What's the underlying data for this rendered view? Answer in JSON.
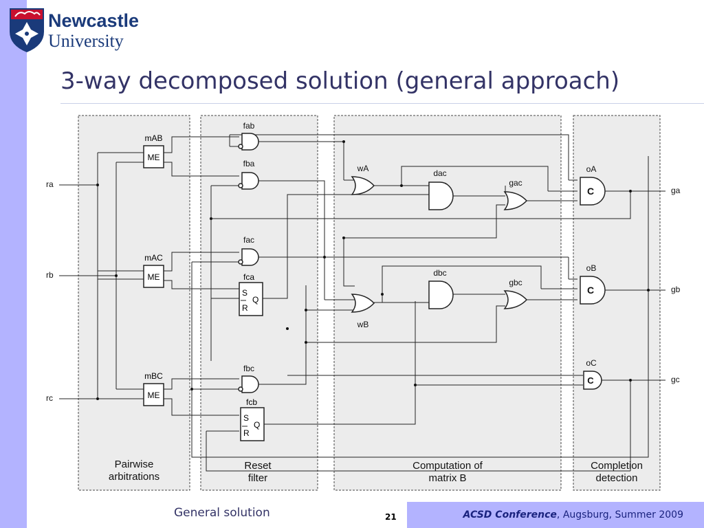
{
  "logo": {
    "line1": "Newcastle",
    "line2": "University",
    "primary_color": "#1a3a7a",
    "accent_color": "#c8102e"
  },
  "slide": {
    "title": "3-way decomposed solution (general approach)",
    "bottom_label": "General solution",
    "page_number": "21"
  },
  "footer": {
    "conference": "ACSD Conference",
    "location": ", Augsburg, Summer 2009"
  },
  "diagram": {
    "inputs": [
      "ra",
      "rb",
      "rc"
    ],
    "outputs": [
      "ga",
      "gb",
      "gc"
    ],
    "mutex": {
      "names": [
        "mAB",
        "mAC",
        "mBC"
      ],
      "label": "ME"
    },
    "filter_gates": [
      "fab",
      "fba",
      "fac",
      "fbc"
    ],
    "latches": {
      "names": [
        "fca",
        "fcb"
      ],
      "s": "S",
      "r": "R",
      "q": "Q"
    },
    "or_gates": [
      "wA",
      "wB",
      "gac",
      "gbc"
    ],
    "and_gates": [
      "dac",
      "dbc"
    ],
    "c_elements": {
      "names": [
        "oA",
        "oB",
        "oC"
      ],
      "label": "C"
    },
    "regions": [
      {
        "line1": "Pairwise",
        "line2": "arbitrations"
      },
      {
        "line1": "Reset",
        "line2": "filter"
      },
      {
        "line1": "Computation of",
        "line2": "matrix B"
      },
      {
        "line1": "Completion",
        "line2": "detection"
      }
    ]
  }
}
